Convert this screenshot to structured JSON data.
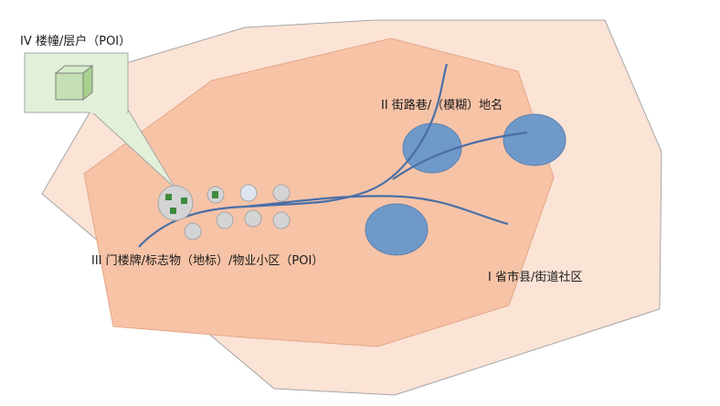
{
  "colors": {
    "outer_region": "#fbe3d6",
    "outer_stroke": "#a6a6a6",
    "inner_region": "#f7c3a7",
    "road": "#4a6fa5",
    "place_circle": "#6f99c9",
    "poi_gray": "#d4d4d4",
    "poi_light_blue": "#dde5f0",
    "building_green": "#3e8a3e",
    "callout": "#e2f0d9",
    "cube_face": "#c5e0b4"
  },
  "labels": {
    "level_4": "IV 楼幢/层户（POI）",
    "level_2": "II 街路巷/（模糊）地名",
    "level_3": "III 门楼牌/标志物（地标）/物业小区（POI）",
    "level_1": "I 省市县/街道社区"
  }
}
